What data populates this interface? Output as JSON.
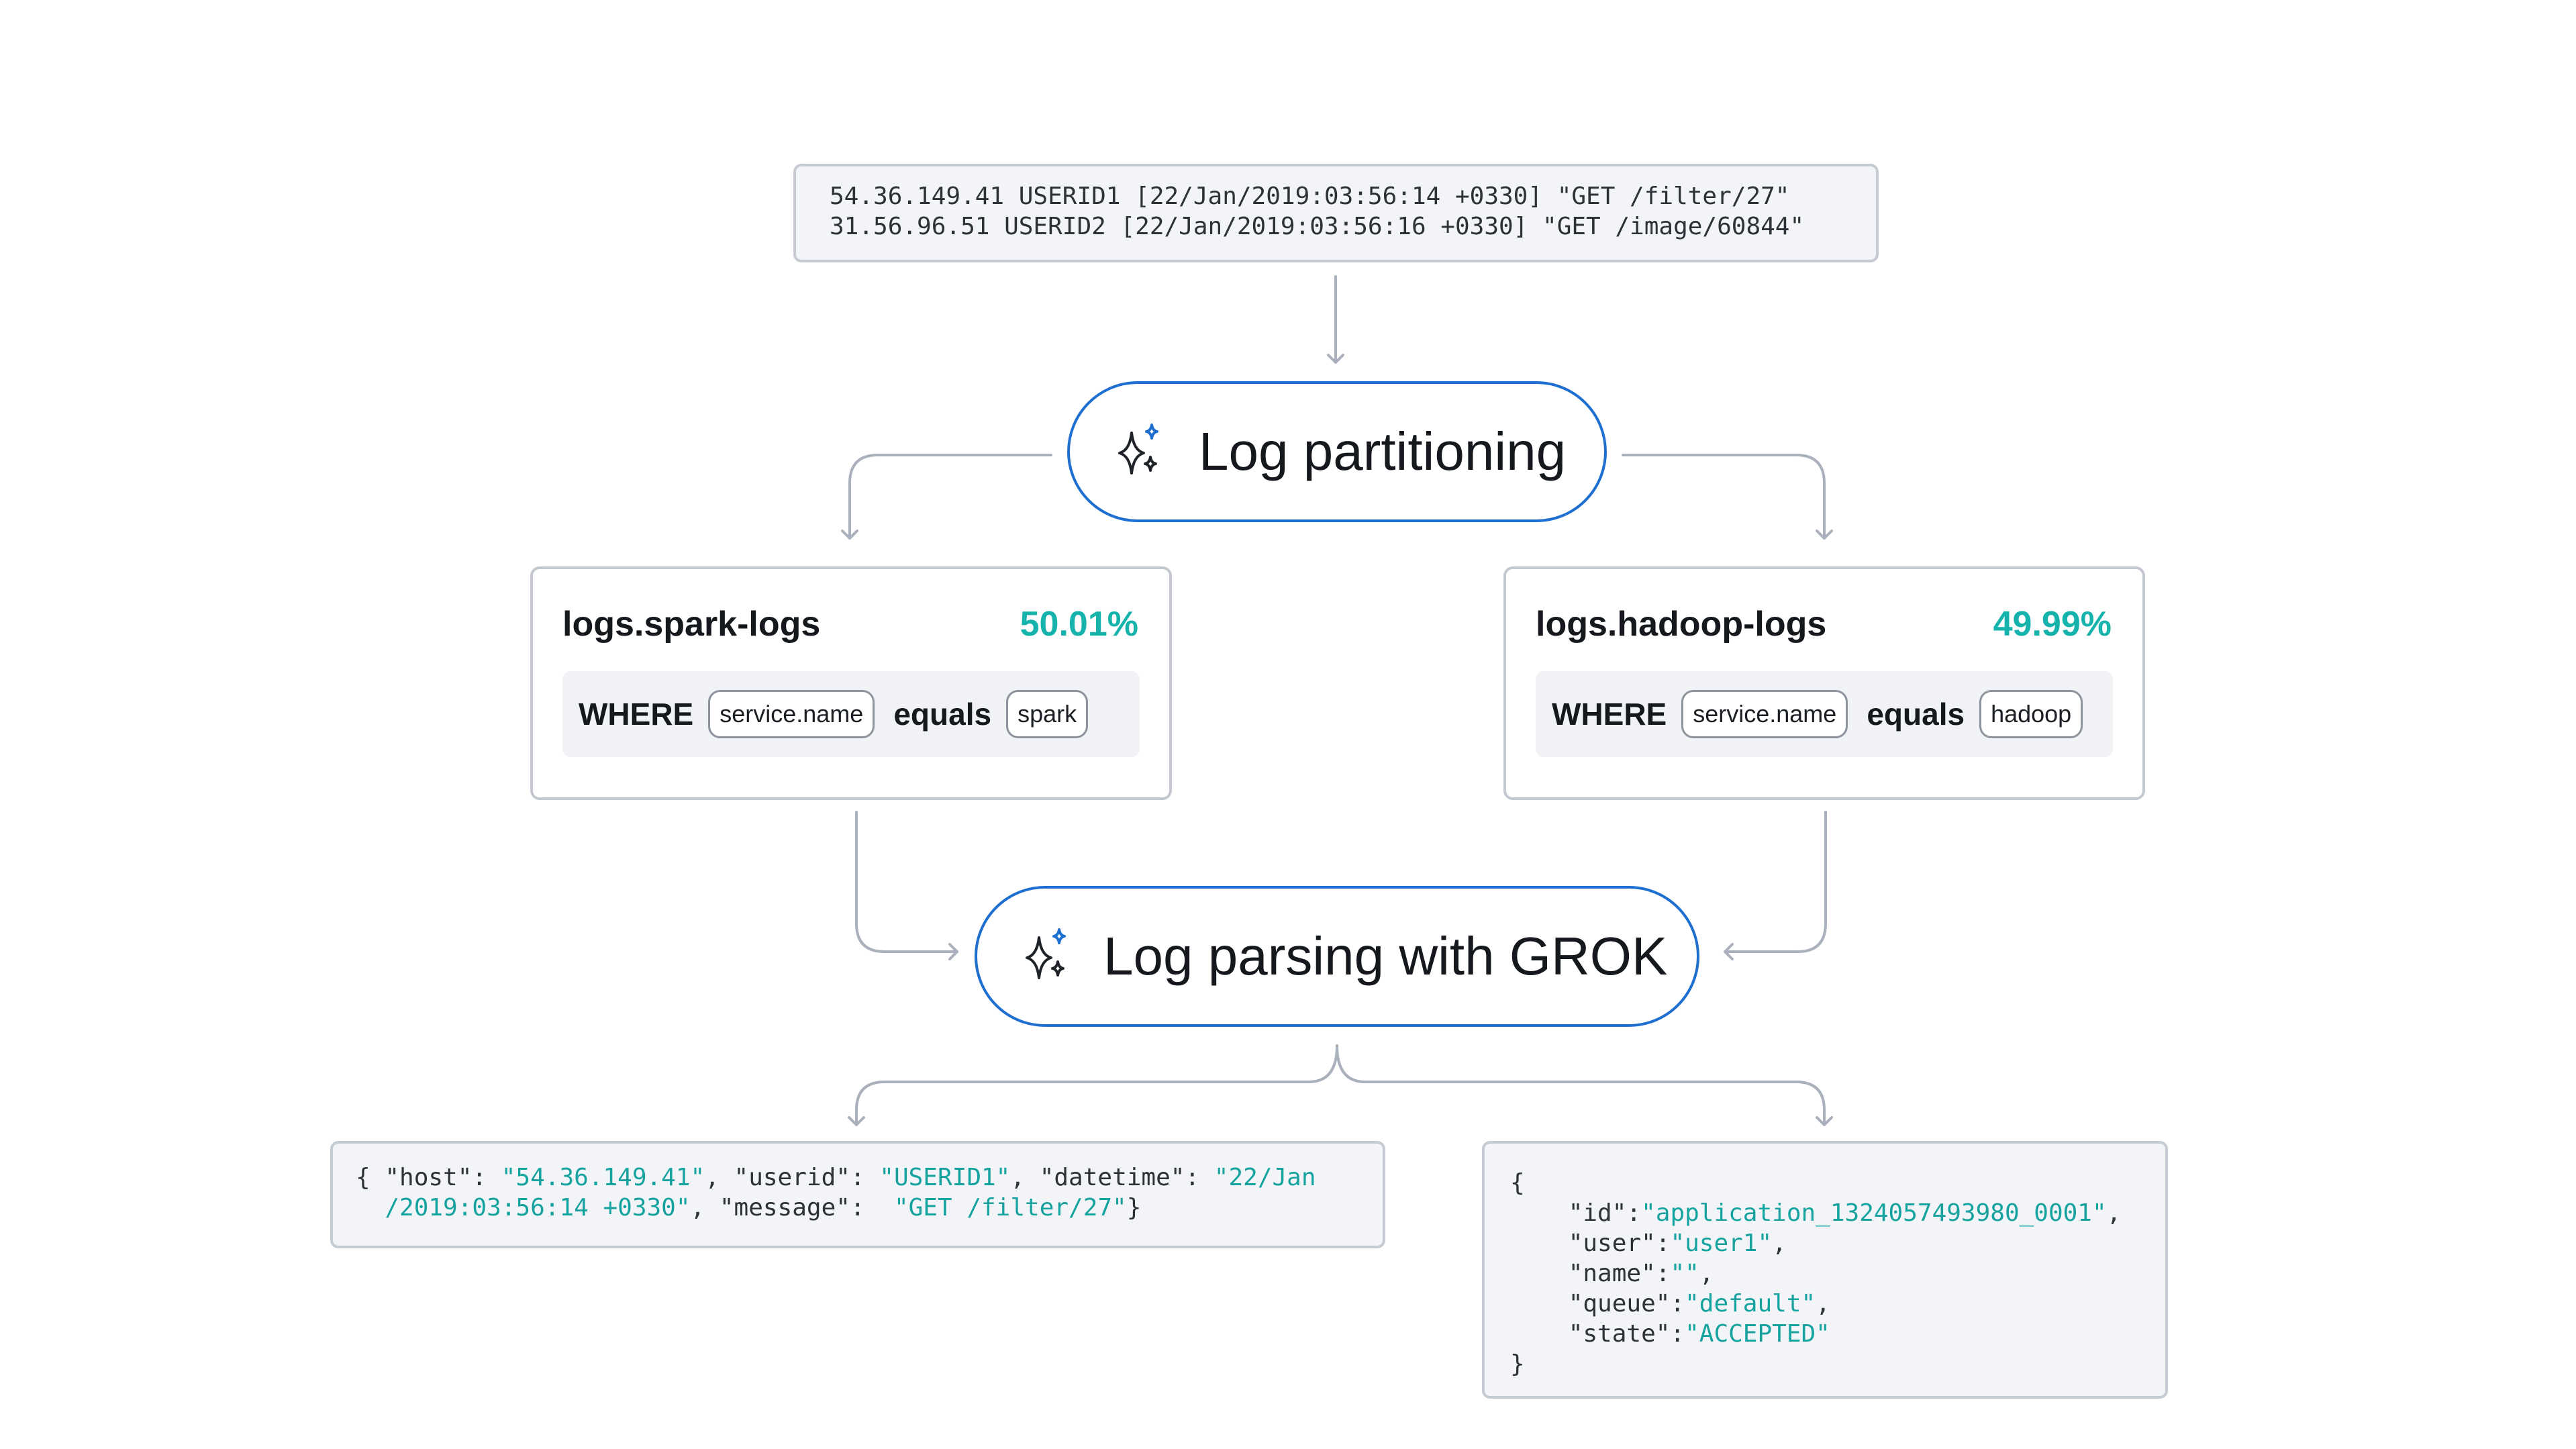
{
  "input_log": {
    "lines": [
      "54.36.149.41 USERID1 [22/Jan/2019:03:56:14 +0330] \"GET /filter/27\"",
      "31.56.96.51 USERID2 [22/Jan/2019:03:56:16 +0330] \"GET /image/60844\""
    ]
  },
  "steps": {
    "partitioning": {
      "label": "Log partitioning",
      "icon": "sparkles-icon"
    },
    "parsing": {
      "label": "Log parsing with GROK",
      "icon": "sparkles-icon"
    }
  },
  "partitions": [
    {
      "name": "logs.spark-logs",
      "percent": "50.01%",
      "condition": {
        "where": "WHERE",
        "field": "service.name",
        "operator": "equals",
        "value": "spark"
      }
    },
    {
      "name": "logs.hadoop-logs",
      "percent": "49.99%",
      "condition": {
        "where": "WHERE",
        "field": "service.name",
        "operator": "equals",
        "value": "hadoop"
      }
    }
  ],
  "outputs": {
    "spark": {
      "line1": {
        "p1": "{ \"host\": ",
        "v1": "\"54.36.149.41\"",
        "p2": ", \"userid\": ",
        "v2": "\"USERID1\"",
        "p3": ", \"datetime\": ",
        "v3": "\"22/Jan"
      },
      "line2": {
        "v1": "/2019:03:56:14 +0330\"",
        "p2": ", \"message\":  ",
        "v2": "\"GET /filter/27\"",
        "close": "}"
      }
    },
    "hadoop": {
      "open": "{",
      "fields": [
        {
          "key": "\"id\"",
          "value": "\"application_1324057493980_0001\"",
          "comma": ","
        },
        {
          "key": "\"user\"",
          "value": "\"user1\"",
          "comma": ","
        },
        {
          "key": "\"name\"",
          "value": "\"\"",
          "comma": ","
        },
        {
          "key": "\"queue\"",
          "value": "\"default\"",
          "comma": ","
        },
        {
          "key": "\"state\"",
          "value": "\"ACCEPTED\"",
          "comma": ""
        }
      ],
      "close": "}"
    }
  },
  "colors": {
    "accent_blue": "#1f6fd1",
    "teal": "#16b3ad",
    "connector_gray": "#aab1bc",
    "border_gray": "#c3c8d0",
    "code_background": "#f3f4f7"
  }
}
